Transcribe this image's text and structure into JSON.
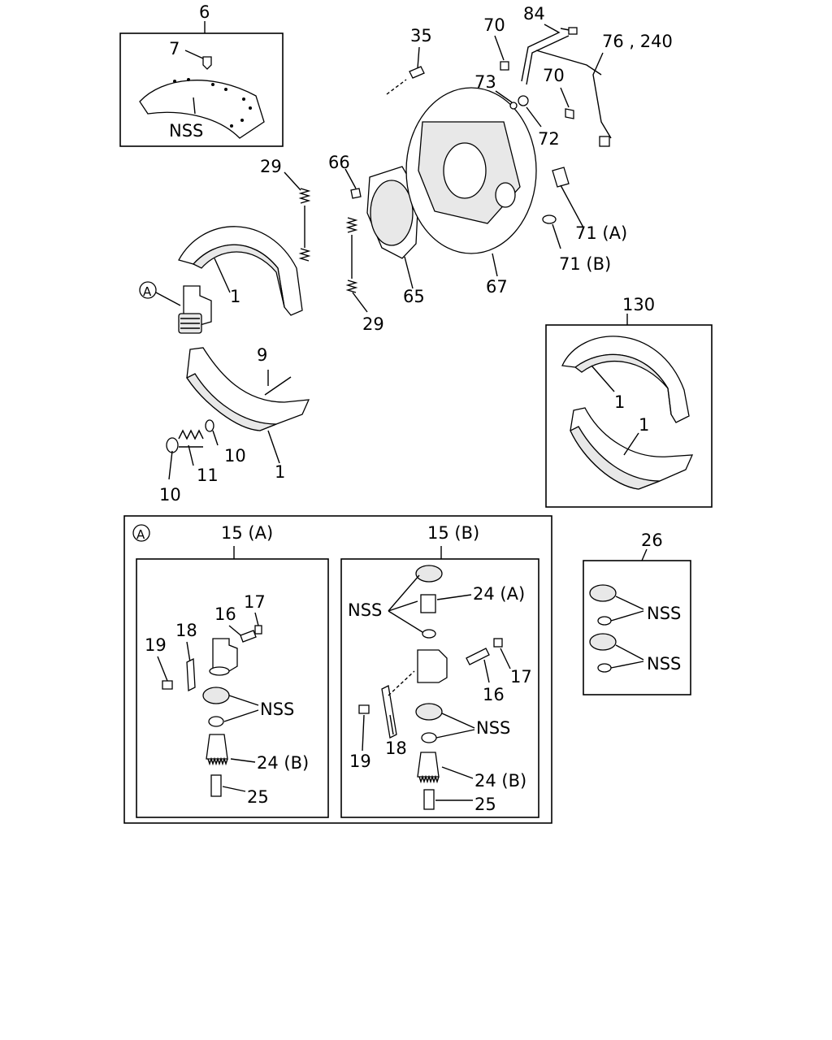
{
  "labels": {
    "l6": "6",
    "l7": "7",
    "lnss_top": "NSS",
    "l29a": "29",
    "l29b": "29",
    "l66": "66",
    "l65": "65",
    "l67": "67",
    "l35": "35",
    "l70a": "70",
    "l84": "84",
    "l76": "76 , 240",
    "l70b": "70",
    "l73": "73",
    "l72": "72",
    "l71a": "71 (A)",
    "l71b": "71 (B)",
    "l1a": "1",
    "l1b": "1",
    "l9": "9",
    "l10a": "10",
    "l10b": "10",
    "l11": "11",
    "l130": "130",
    "l130_1a": "1",
    "l130_1b": "1",
    "circA_top": "A",
    "circA_box": "A",
    "l15a": "15 (A)",
    "l15b": "15 (B)",
    "a16": "16",
    "a17": "17",
    "a18": "18",
    "a19": "19",
    "a_nss": "NSS",
    "a24b": "24 (B)",
    "a25": "25",
    "b_nss1": "NSS",
    "b24a": "24 (A)",
    "b17": "17",
    "b16": "16",
    "b19": "19",
    "b18": "18",
    "b_nss2": "NSS",
    "b24b": "24 (B)",
    "b25": "25",
    "l26": "26",
    "k_nss1": "NSS",
    "k_nss2": "NSS"
  }
}
